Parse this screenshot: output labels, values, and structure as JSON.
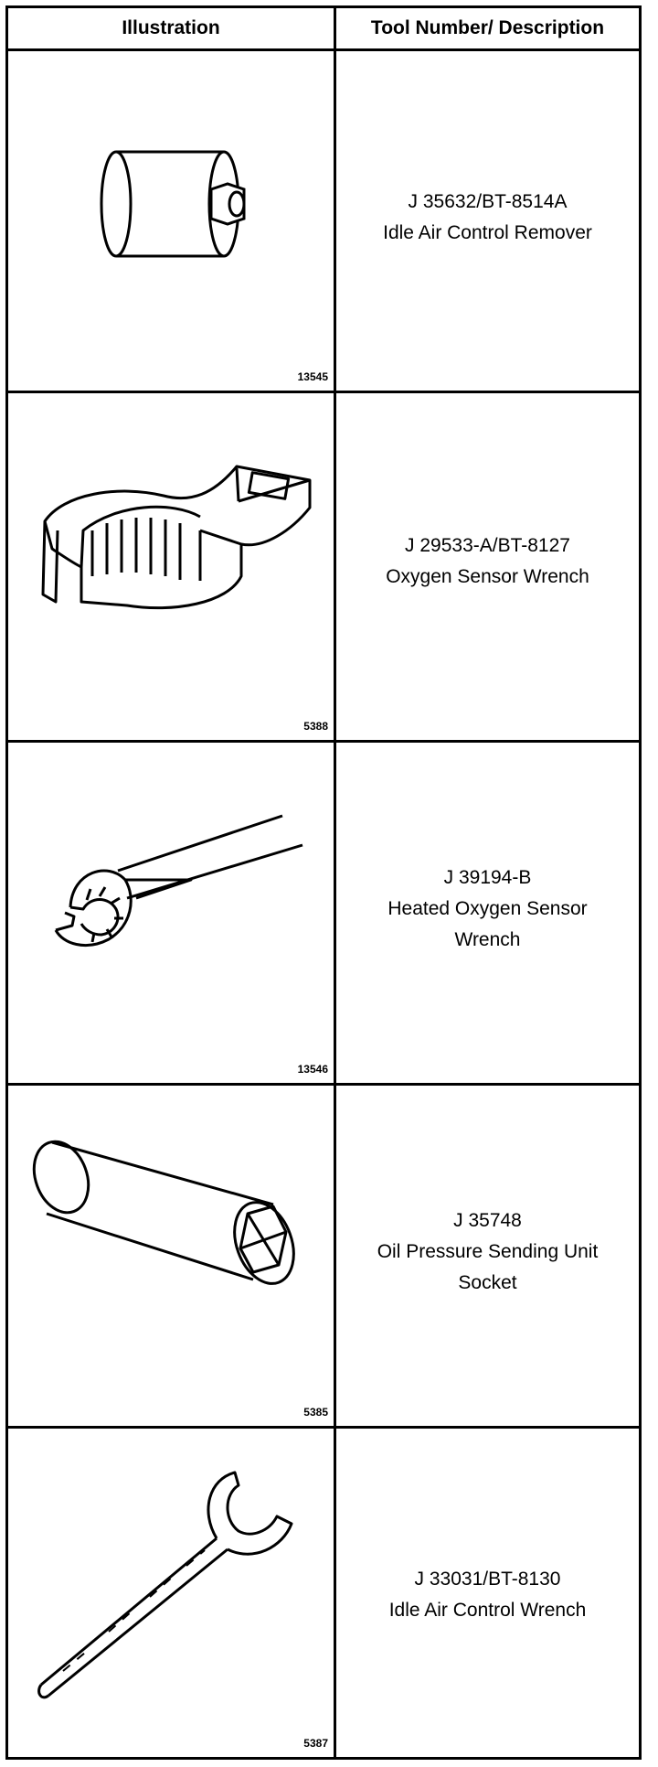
{
  "header": {
    "illustration": "Illustration",
    "tool": "Tool Number/ Description"
  },
  "rows": [
    {
      "figure_number": "13545",
      "tool_number": "J 35632/BT-8514A",
      "description": "Idle Air Control Remover",
      "icon": "socket-icon"
    },
    {
      "figure_number": "5388",
      "tool_number": "J 29533-A/BT-8127",
      "description": "Oxygen Sensor Wrench",
      "icon": "crowfoot-wrench-icon"
    },
    {
      "figure_number": "13546",
      "tool_number": "J 39194-B",
      "description": "Heated Oxygen Sensor\nWrench",
      "icon": "flare-nut-wrench-icon"
    },
    {
      "figure_number": "5385",
      "tool_number": "J 35748",
      "description": "Oil Pressure Sending Unit\nSocket",
      "icon": "deep-socket-icon"
    },
    {
      "figure_number": "5387",
      "tool_number": "J 33031/BT-8130",
      "description": "Idle Air Control Wrench",
      "icon": "open-end-wrench-icon"
    }
  ]
}
